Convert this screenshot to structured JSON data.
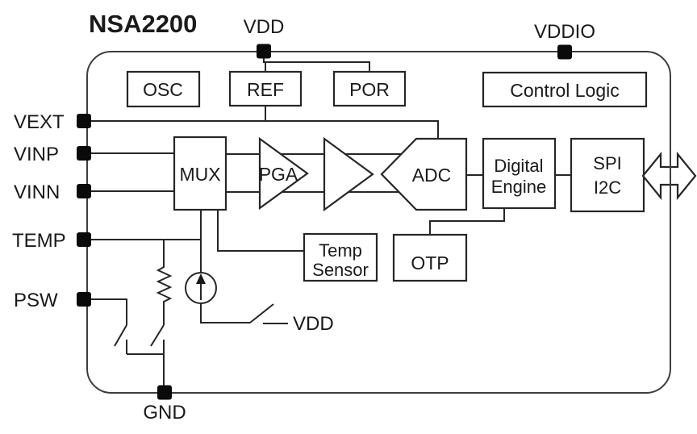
{
  "title": "NSA2200",
  "chip": {
    "top_pins": [
      {
        "label": "VDD"
      },
      {
        "label": "VDDIO"
      }
    ],
    "left_pins": [
      {
        "label": "VEXT"
      },
      {
        "label": "VINP"
      },
      {
        "label": "VINN"
      },
      {
        "label": "TEMP"
      },
      {
        "label": "PSW"
      }
    ],
    "bottom_pins": [
      {
        "label": "GND"
      }
    ]
  },
  "blocks": {
    "osc": "OSC",
    "ref": "REF",
    "por": "POR",
    "control_logic": "Control Logic",
    "mux": "MUX",
    "pga": "PGA",
    "adc": "ADC",
    "digital_engine": {
      "line1": "Digital",
      "line2": "Engine"
    },
    "spi_i2c": {
      "line1": "SPI",
      "line2": "I2C"
    },
    "temp_sensor": {
      "line1": "Temp",
      "line2": "Sensor"
    },
    "otp": "OTP"
  },
  "annotations": {
    "switch_supply": "VDD"
  },
  "colors": {
    "stroke": "#262626",
    "pin_fill": "#0a0a0a",
    "background": "#ffffff"
  }
}
